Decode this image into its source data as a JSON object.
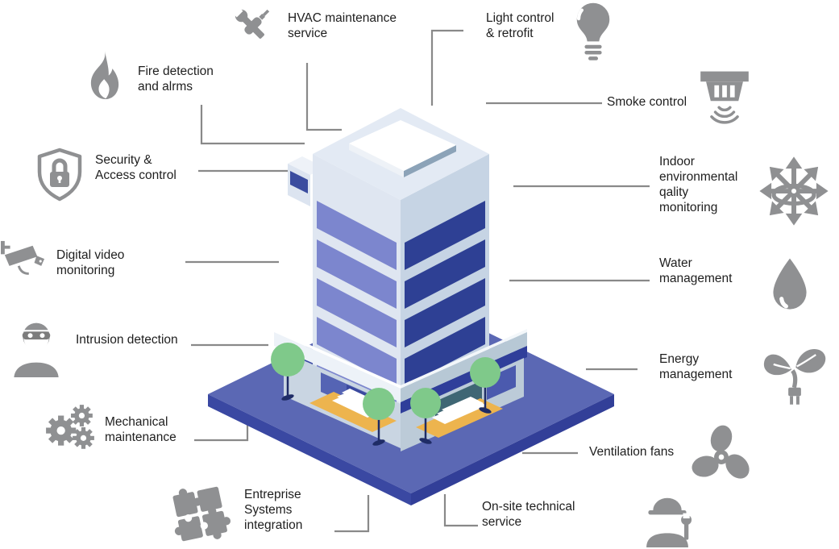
{
  "diagram_title": "",
  "nodes": [
    {
      "id": "hvac-maintenance",
      "label": "HVAC maintenance\nservice",
      "icon": "tools-icon"
    },
    {
      "id": "light-control",
      "label": "Light control\n& retrofit",
      "icon": "lightbulb-icon"
    },
    {
      "id": "fire-detection",
      "label": "Fire detection\nand alrms",
      "icon": "flame-icon"
    },
    {
      "id": "smoke-control",
      "label": "Smoke control",
      "icon": "smoke-detector-icon"
    },
    {
      "id": "security-access",
      "label": "Security &\nAccess control",
      "icon": "shield-lock-icon"
    },
    {
      "id": "indoor-environment",
      "label": "Indoor\nenvironmental\nqality\nmonitoring",
      "icon": "direction-arrows-icon"
    },
    {
      "id": "digital-video",
      "label": "Digital video\nmonitoring",
      "icon": "cctv-camera-icon"
    },
    {
      "id": "water-management",
      "label": "Water\nmanagement",
      "icon": "water-drop-icon"
    },
    {
      "id": "intrusion-detection",
      "label": "Intrusion detection",
      "icon": "burglar-icon"
    },
    {
      "id": "energy-management",
      "label": "Energy\nmanagement",
      "icon": "plant-plug-icon"
    },
    {
      "id": "mechanical-maintenance",
      "label": "Mechanical\nmaintenance",
      "icon": "gears-icon"
    },
    {
      "id": "ventilation-fans",
      "label": "Ventilation fans",
      "icon": "fan-icon"
    },
    {
      "id": "enterprise-systems",
      "label": "Entreprise\nSystems\nintegration",
      "icon": "puzzle-icon"
    },
    {
      "id": "onsite-technical",
      "label": "On-site technical\nservice",
      "icon": "worker-icon"
    }
  ],
  "center_illustration": "isometric smart building on blue platform with trees",
  "colors": {
    "icon_gray": "#8f9092",
    "connector_gray": "#898989",
    "text": "#1e1e1e",
    "platform_top": "#5b68b4",
    "platform_rim": "#3a48a2",
    "tower_wall_left": "#dfe6f1",
    "tower_wall_right": "#c6d4e4",
    "window_left": "#7c86ce",
    "window_right": "#2e4094",
    "roof": "#e3eaf4",
    "canopy": "#edf2f8",
    "walkway_orange": "#edb44e",
    "tree_green": "#7fc98a",
    "trunk_navy": "#1f2c66"
  }
}
